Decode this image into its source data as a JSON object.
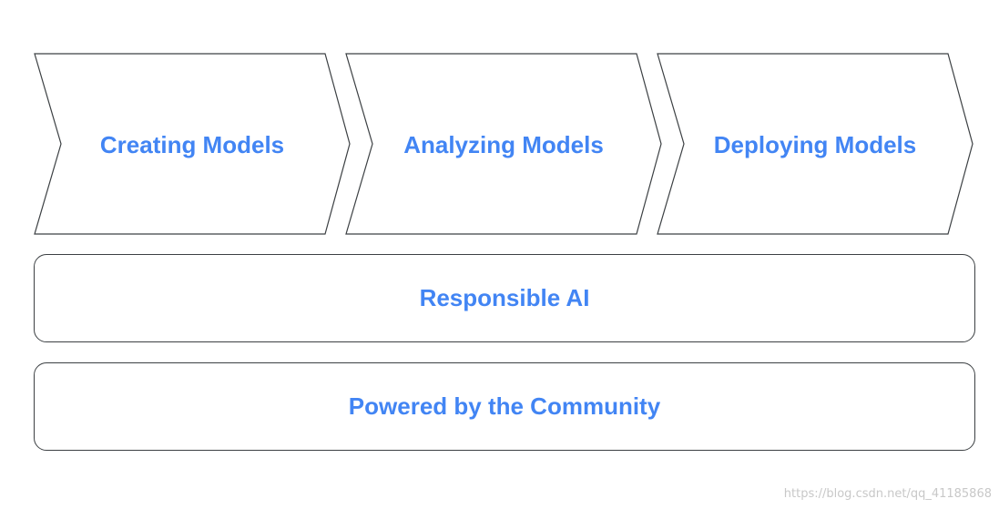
{
  "stages": [
    {
      "label": "Creating Models"
    },
    {
      "label": "Analyzing Models"
    },
    {
      "label": "Deploying Models"
    }
  ],
  "layers": [
    {
      "label": "Responsible AI"
    },
    {
      "label": "Powered by the Community"
    }
  ],
  "watermark": "https://blog.csdn.net/qq_41185868",
  "colors": {
    "label": "#4285f4",
    "outline": "#3c4043",
    "watermark": "#c8c8c8"
  }
}
